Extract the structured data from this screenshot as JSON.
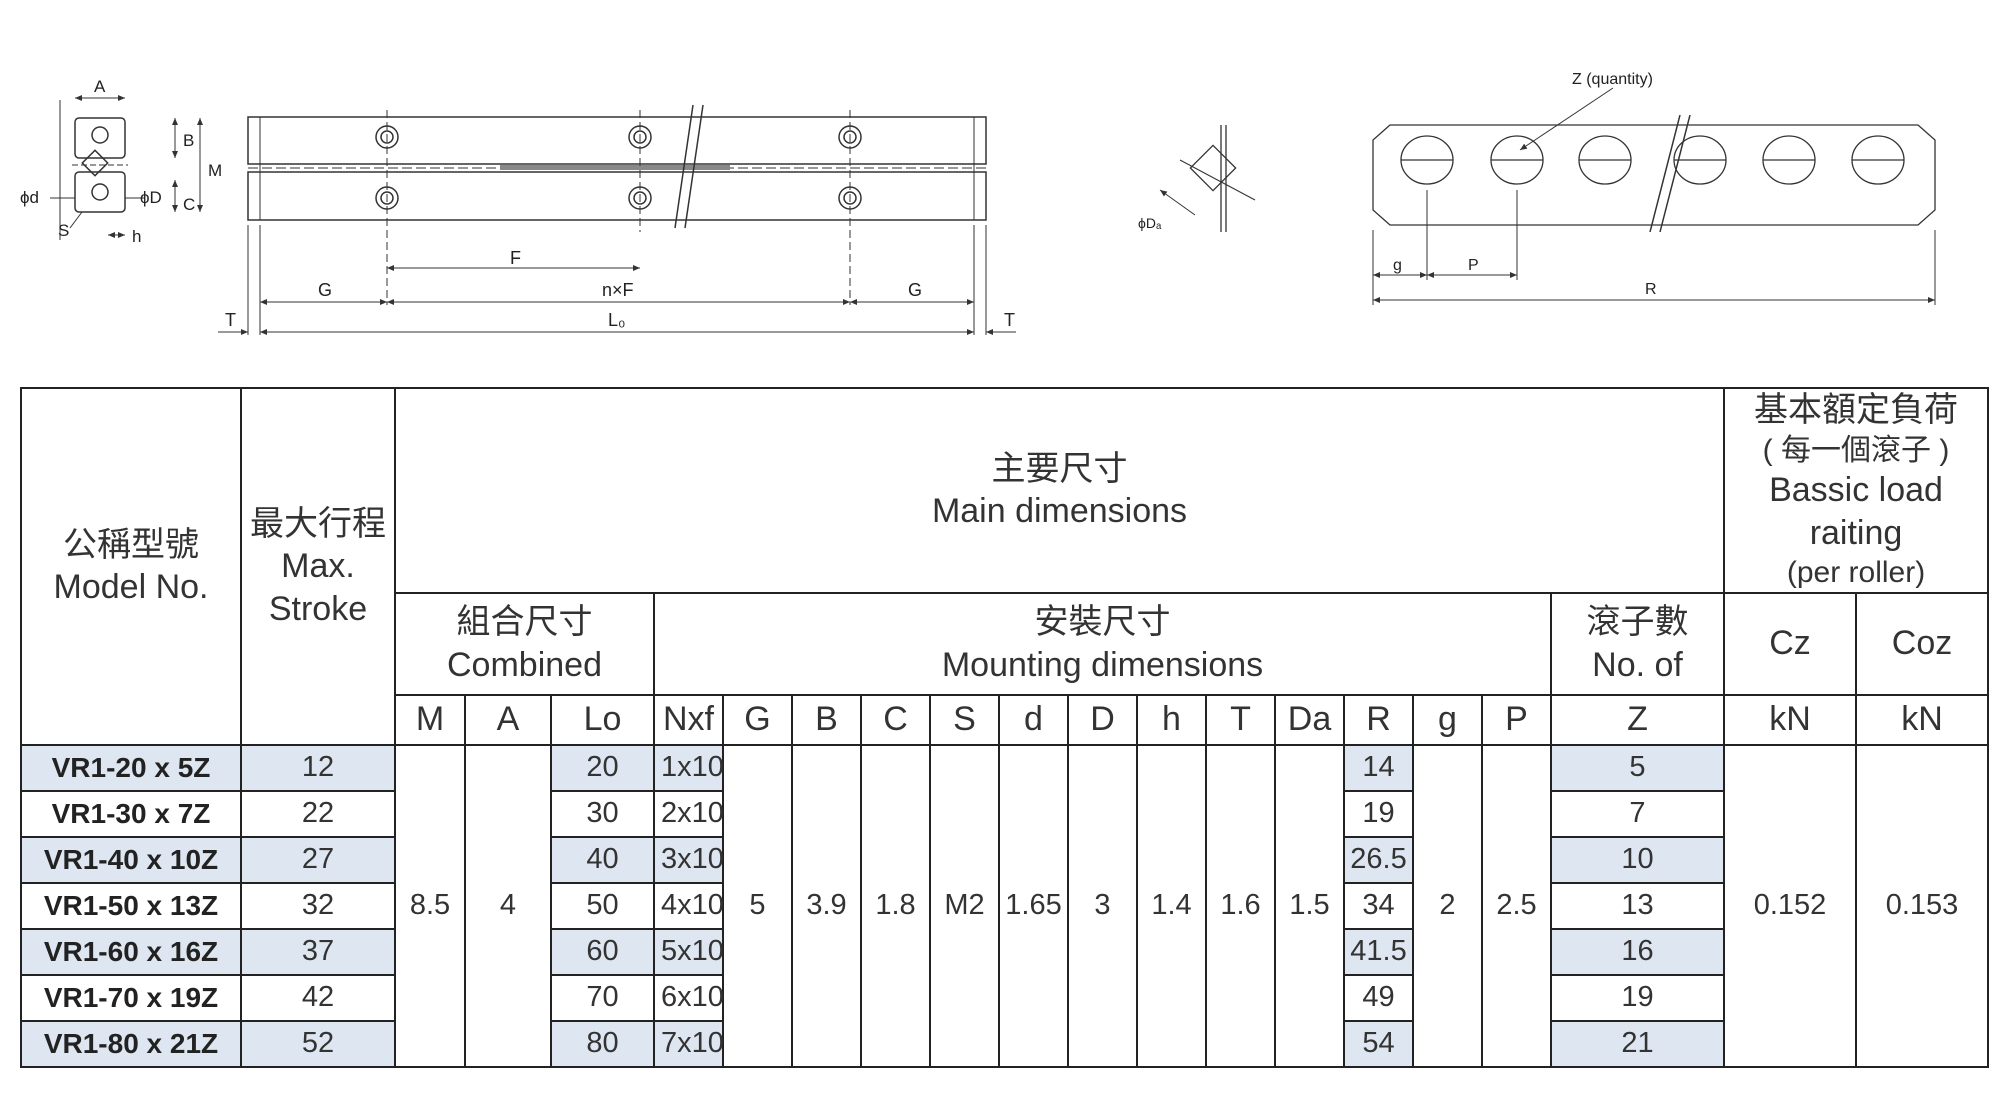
{
  "drawing_labels": {
    "A": "A",
    "B": "B",
    "M": "M",
    "C": "C",
    "d": "ϕd",
    "D": "ϕD",
    "S": "S",
    "h": "h",
    "F": "F",
    "G": "G",
    "nxF": "n×F",
    "Lo": "L₀",
    "T": "T",
    "Da": "ϕDₐ",
    "Z": "Z (quantity)",
    "g": "g",
    "P": "P",
    "R": "R"
  },
  "table": {
    "headers": {
      "model_zh": "公稱型號",
      "model_en": "Model No.",
      "stroke_zh": "最大行程",
      "stroke_en1": "Max.",
      "stroke_en2": "Stroke",
      "main_zh": "主要尺寸",
      "main_en": "Main  dimensions",
      "load_zh": "基本額定負荷",
      "load_zh2": "( 每一個滾子 )",
      "load_en": "Bassic load raiting",
      "load_en2": "(per roller)",
      "combined_zh": "組合尺寸",
      "combined_en": "Combined",
      "mounting_zh": "安裝尺寸",
      "mounting_en": "Mounting dimensions",
      "rollers_zh": "滾子數",
      "rollers_en": "No. of",
      "cz": "Cz",
      "coz": "Coz"
    },
    "units": [
      "M",
      "A",
      "Lo",
      "Nxf",
      "G",
      "B",
      "C",
      "S",
      "d",
      "D",
      "h",
      "T",
      "Da",
      "R",
      "g",
      "P",
      "Z",
      "kN",
      "kN"
    ],
    "rows": [
      {
        "model": "VR1-20 x 5Z",
        "stroke": "12",
        "lo": "20",
        "nxf": "1x10",
        "r": "14",
        "z": "5"
      },
      {
        "model": "VR1-30 x 7Z",
        "stroke": "22",
        "lo": "30",
        "nxf": "2x10",
        "r": "19",
        "z": "7"
      },
      {
        "model": "VR1-40 x 10Z",
        "stroke": "27",
        "lo": "40",
        "nxf": "3x10",
        "r": "26.5",
        "z": "10"
      },
      {
        "model": "VR1-50 x 13Z",
        "stroke": "32",
        "lo": "50",
        "nxf": "4x10",
        "r": "34",
        "z": "13"
      },
      {
        "model": "VR1-60 x 16Z",
        "stroke": "37",
        "lo": "60",
        "nxf": "5x10",
        "r": "41.5",
        "z": "16"
      },
      {
        "model": "VR1-70 x 19Z",
        "stroke": "42",
        "lo": "70",
        "nxf": "6x10",
        "r": "49",
        "z": "19"
      },
      {
        "model": "VR1-80 x 21Z",
        "stroke": "52",
        "lo": "80",
        "nxf": "7x10",
        "r": "54",
        "z": "21"
      }
    ],
    "common": {
      "M": "8.5",
      "A": "4",
      "G": "5",
      "B": "3.9",
      "C": "1.8",
      "S": "M2",
      "d": "1.65",
      "D": "3",
      "h": "1.4",
      "T": "1.6",
      "Da": "1.5",
      "g": "2",
      "P": "2.5",
      "Cz": "0.152",
      "Coz": "0.153"
    }
  },
  "colors": {
    "row_shade": "#dde6f1",
    "line": "#222222"
  }
}
